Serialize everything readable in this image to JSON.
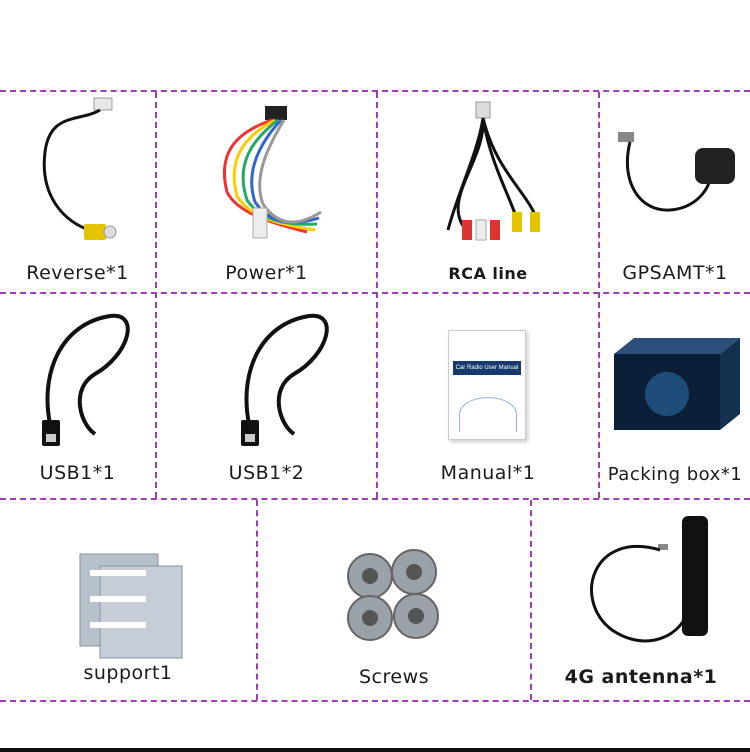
{
  "items": [
    {
      "label": "Reverse*1",
      "icon": "reverse-camera-cable-icon"
    },
    {
      "label": "Power*1",
      "icon": "power-harness-icon"
    },
    {
      "label": "RCA line",
      "icon": "rca-cable-icon"
    },
    {
      "label": "GPSAMT*1",
      "icon": "gps-antenna-icon"
    },
    {
      "label": "USB1*1",
      "icon": "usb-cable-icon"
    },
    {
      "label": "USB1*2",
      "icon": "usb-cable-icon"
    },
    {
      "label": "Manual*1",
      "icon": "manual-booklet-icon"
    },
    {
      "label": "Packing box*1",
      "icon": "packing-box-icon"
    },
    {
      "label": "support1",
      "icon": "mounting-bracket-icon"
    },
    {
      "label": "Screws",
      "icon": "screws-icon"
    },
    {
      "label": "4G antenna*1",
      "icon": "4g-antenna-icon"
    }
  ],
  "manual": {
    "cover_title": "Car Radio User Manual"
  },
  "colors": {
    "divider": "#9b3fb0"
  }
}
